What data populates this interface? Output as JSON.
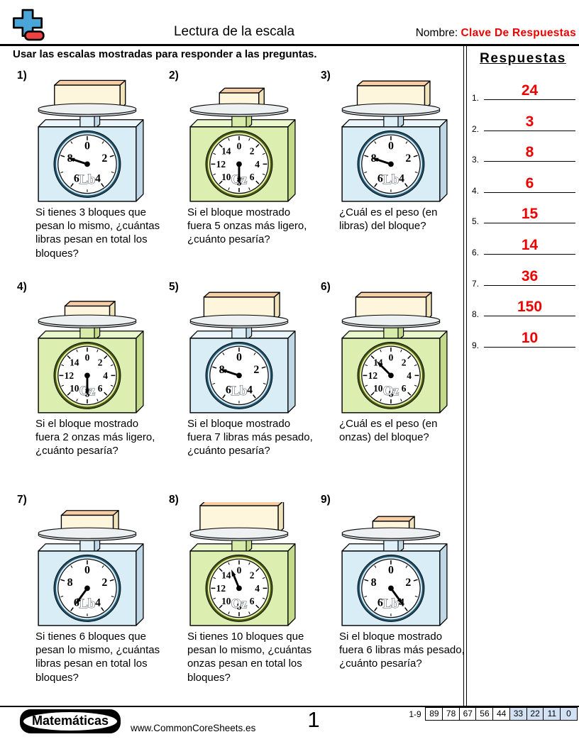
{
  "header": {
    "title": "Lectura de la escala",
    "name_label": "Nombre:",
    "name_value": "Clave De Respuestas",
    "instructions": "Usar las escalas mostradas para responder a las preguntas."
  },
  "answers": {
    "title": "Respuestas",
    "items": [
      {
        "num": "1.",
        "value": "24"
      },
      {
        "num": "2.",
        "value": "3"
      },
      {
        "num": "3.",
        "value": "8"
      },
      {
        "num": "4.",
        "value": "6"
      },
      {
        "num": "5.",
        "value": "15"
      },
      {
        "num": "6.",
        "value": "14"
      },
      {
        "num": "7.",
        "value": "36"
      },
      {
        "num": "8.",
        "value": "150"
      },
      {
        "num": "9.",
        "value": "10"
      }
    ]
  },
  "problems": [
    {
      "num_label": "1)",
      "theme": "blue",
      "unit_label": "Lb",
      "max_units": 10,
      "needle_value": 8,
      "dial_labels": [
        "0",
        "2",
        "4",
        "6",
        "8"
      ],
      "block": {
        "w": 110,
        "h": 40
      },
      "question": "Si tienes 3 bloques que pesan lo mismo, ¿cuántas libras pesan en total los bloques?"
    },
    {
      "num_label": "2)",
      "theme": "green",
      "unit_label": "Oz",
      "max_units": 16,
      "needle_value": 8,
      "dial_labels": [
        "0",
        "2",
        "4",
        "6",
        "8",
        "10",
        "12",
        "14"
      ],
      "block": {
        "w": 66,
        "h": 27
      },
      "question": "Si el bloque mostrado fuera 5 onzas más ligero, ¿cuánto pesaría?"
    },
    {
      "num_label": "3)",
      "theme": "blue",
      "unit_label": "Lb",
      "max_units": 10,
      "needle_value": 8,
      "dial_labels": [
        "0",
        "2",
        "4",
        "6",
        "8"
      ],
      "block": {
        "w": 113,
        "h": 39
      },
      "question": "¿Cuál es el peso (en libras) del bloque?"
    },
    {
      "num_label": "4)",
      "theme": "green",
      "unit_label": "Oz",
      "max_units": 16,
      "needle_value": 8,
      "dial_labels": [
        "0",
        "2",
        "4",
        "6",
        "8",
        "10",
        "12",
        "14"
      ],
      "block": {
        "w": 75,
        "h": 24
      },
      "question": "Si el bloque mostrado fuera 2 onzas más ligero, ¿cuánto pesaría?"
    },
    {
      "num_label": "5)",
      "theme": "blue",
      "unit_label": "Lb",
      "max_units": 10,
      "needle_value": 8,
      "dial_labels": [
        "0",
        "2",
        "4",
        "6",
        "8"
      ],
      "block": {
        "w": 118,
        "h": 39
      },
      "question": "Si el bloque mostrado fuera 7 libras más pesado, ¿cuánto pesaría?"
    },
    {
      "num_label": "6)",
      "theme": "green",
      "unit_label": "Oz",
      "max_units": 16,
      "needle_value": 14,
      "dial_labels": [
        "0",
        "2",
        "4",
        "6",
        "8",
        "10",
        "12",
        "14"
      ],
      "block": {
        "w": 118,
        "h": 39
      },
      "question": "¿Cuál es el peso (en onzas) del bloque?"
    },
    {
      "num_label": "7)",
      "theme": "blue",
      "unit_label": "Lb",
      "max_units": 10,
      "needle_value": 6,
      "dial_labels": [
        "0",
        "2",
        "4",
        "6",
        "8"
      ],
      "block": {
        "w": 87,
        "h": 30
      },
      "question": "Si tienes 6 bloques que pesan lo mismo, ¿cuántas libras pesan en total los bloques?"
    },
    {
      "num_label": "8)",
      "theme": "green",
      "unit_label": "Oz",
      "max_units": 16,
      "needle_value": 15,
      "dial_labels": [
        "0",
        "2",
        "4",
        "6",
        "8",
        "10",
        "12",
        "14"
      ],
      "block": {
        "w": 131,
        "h": 46
      },
      "question": "Si tienes 10 bloques que pesan lo mismo, ¿cuántas onzas pesan en total los bloques?"
    },
    {
      "num_label": "9)",
      "theme": "blue",
      "unit_label": "Lb",
      "max_units": 10,
      "needle_value": 4,
      "dial_labels": [
        "0",
        "2",
        "4",
        "6",
        "8"
      ],
      "block": {
        "w": 61,
        "h": 20
      },
      "question": "Si el bloque mostrado fuera 6 libras más pesado, ¿cuánto pesaría?"
    }
  ],
  "footer": {
    "brand": "Matemáticas",
    "website": "www.CommonCoreSheets.es",
    "page": "1",
    "score_label": "1-9",
    "score_cells": [
      {
        "value": "89",
        "highlighted": false
      },
      {
        "value": "78",
        "highlighted": false
      },
      {
        "value": "67",
        "highlighted": false
      },
      {
        "value": "56",
        "highlighted": false
      },
      {
        "value": "44",
        "highlighted": false
      },
      {
        "value": "33",
        "highlighted": true
      },
      {
        "value": "22",
        "highlighted": true
      },
      {
        "value": "11",
        "highlighted": true
      },
      {
        "value": "0",
        "highlighted": true
      }
    ]
  },
  "colors": {
    "accent_red": "#ee0000",
    "score_highlight": "#d2e2f4",
    "logo_plus": "#4aa6d8",
    "logo_minus": "#ee4141",
    "platform_light": "#eef1f2",
    "platform_dark": "#cfd6d9",
    "block": {
      "front": "#fdf6dc",
      "top": "#f6cda4",
      "side": "#f1e3ba"
    },
    "themes": {
      "blue": {
        "body": "#d9edf7",
        "top": "#eaf6fb",
        "side": "#c0d8e6",
        "stem": "#e0f0f8",
        "dial_rim": "#1d4f66",
        "dial_ring": "#cfe7f2"
      },
      "green": {
        "body": "#dcefb0",
        "top": "#ebf7cd",
        "side": "#c3da8b",
        "stem": "#d7ebaa",
        "dial_rim": "#45570f",
        "dial_ring": "#e0eb9e"
      }
    }
  }
}
